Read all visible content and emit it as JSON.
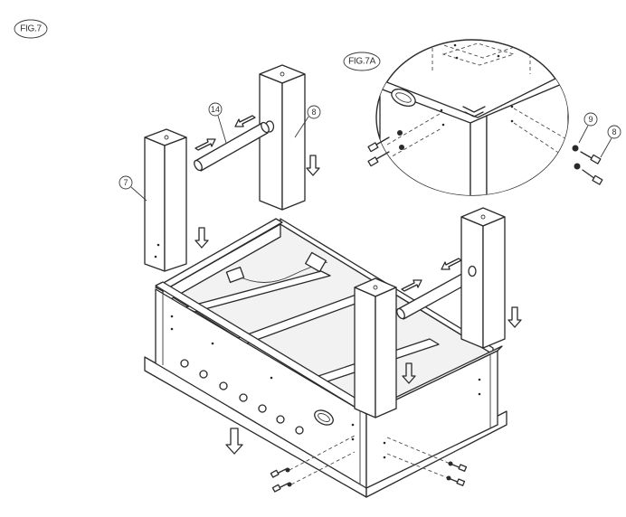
{
  "figure": {
    "main_label": "FIG.7",
    "detail_label": "FIG.7A"
  },
  "callouts": {
    "leg_left": "7",
    "leg_right": "8",
    "rod": "14",
    "detail_washer": "9",
    "detail_bolt": "8"
  }
}
